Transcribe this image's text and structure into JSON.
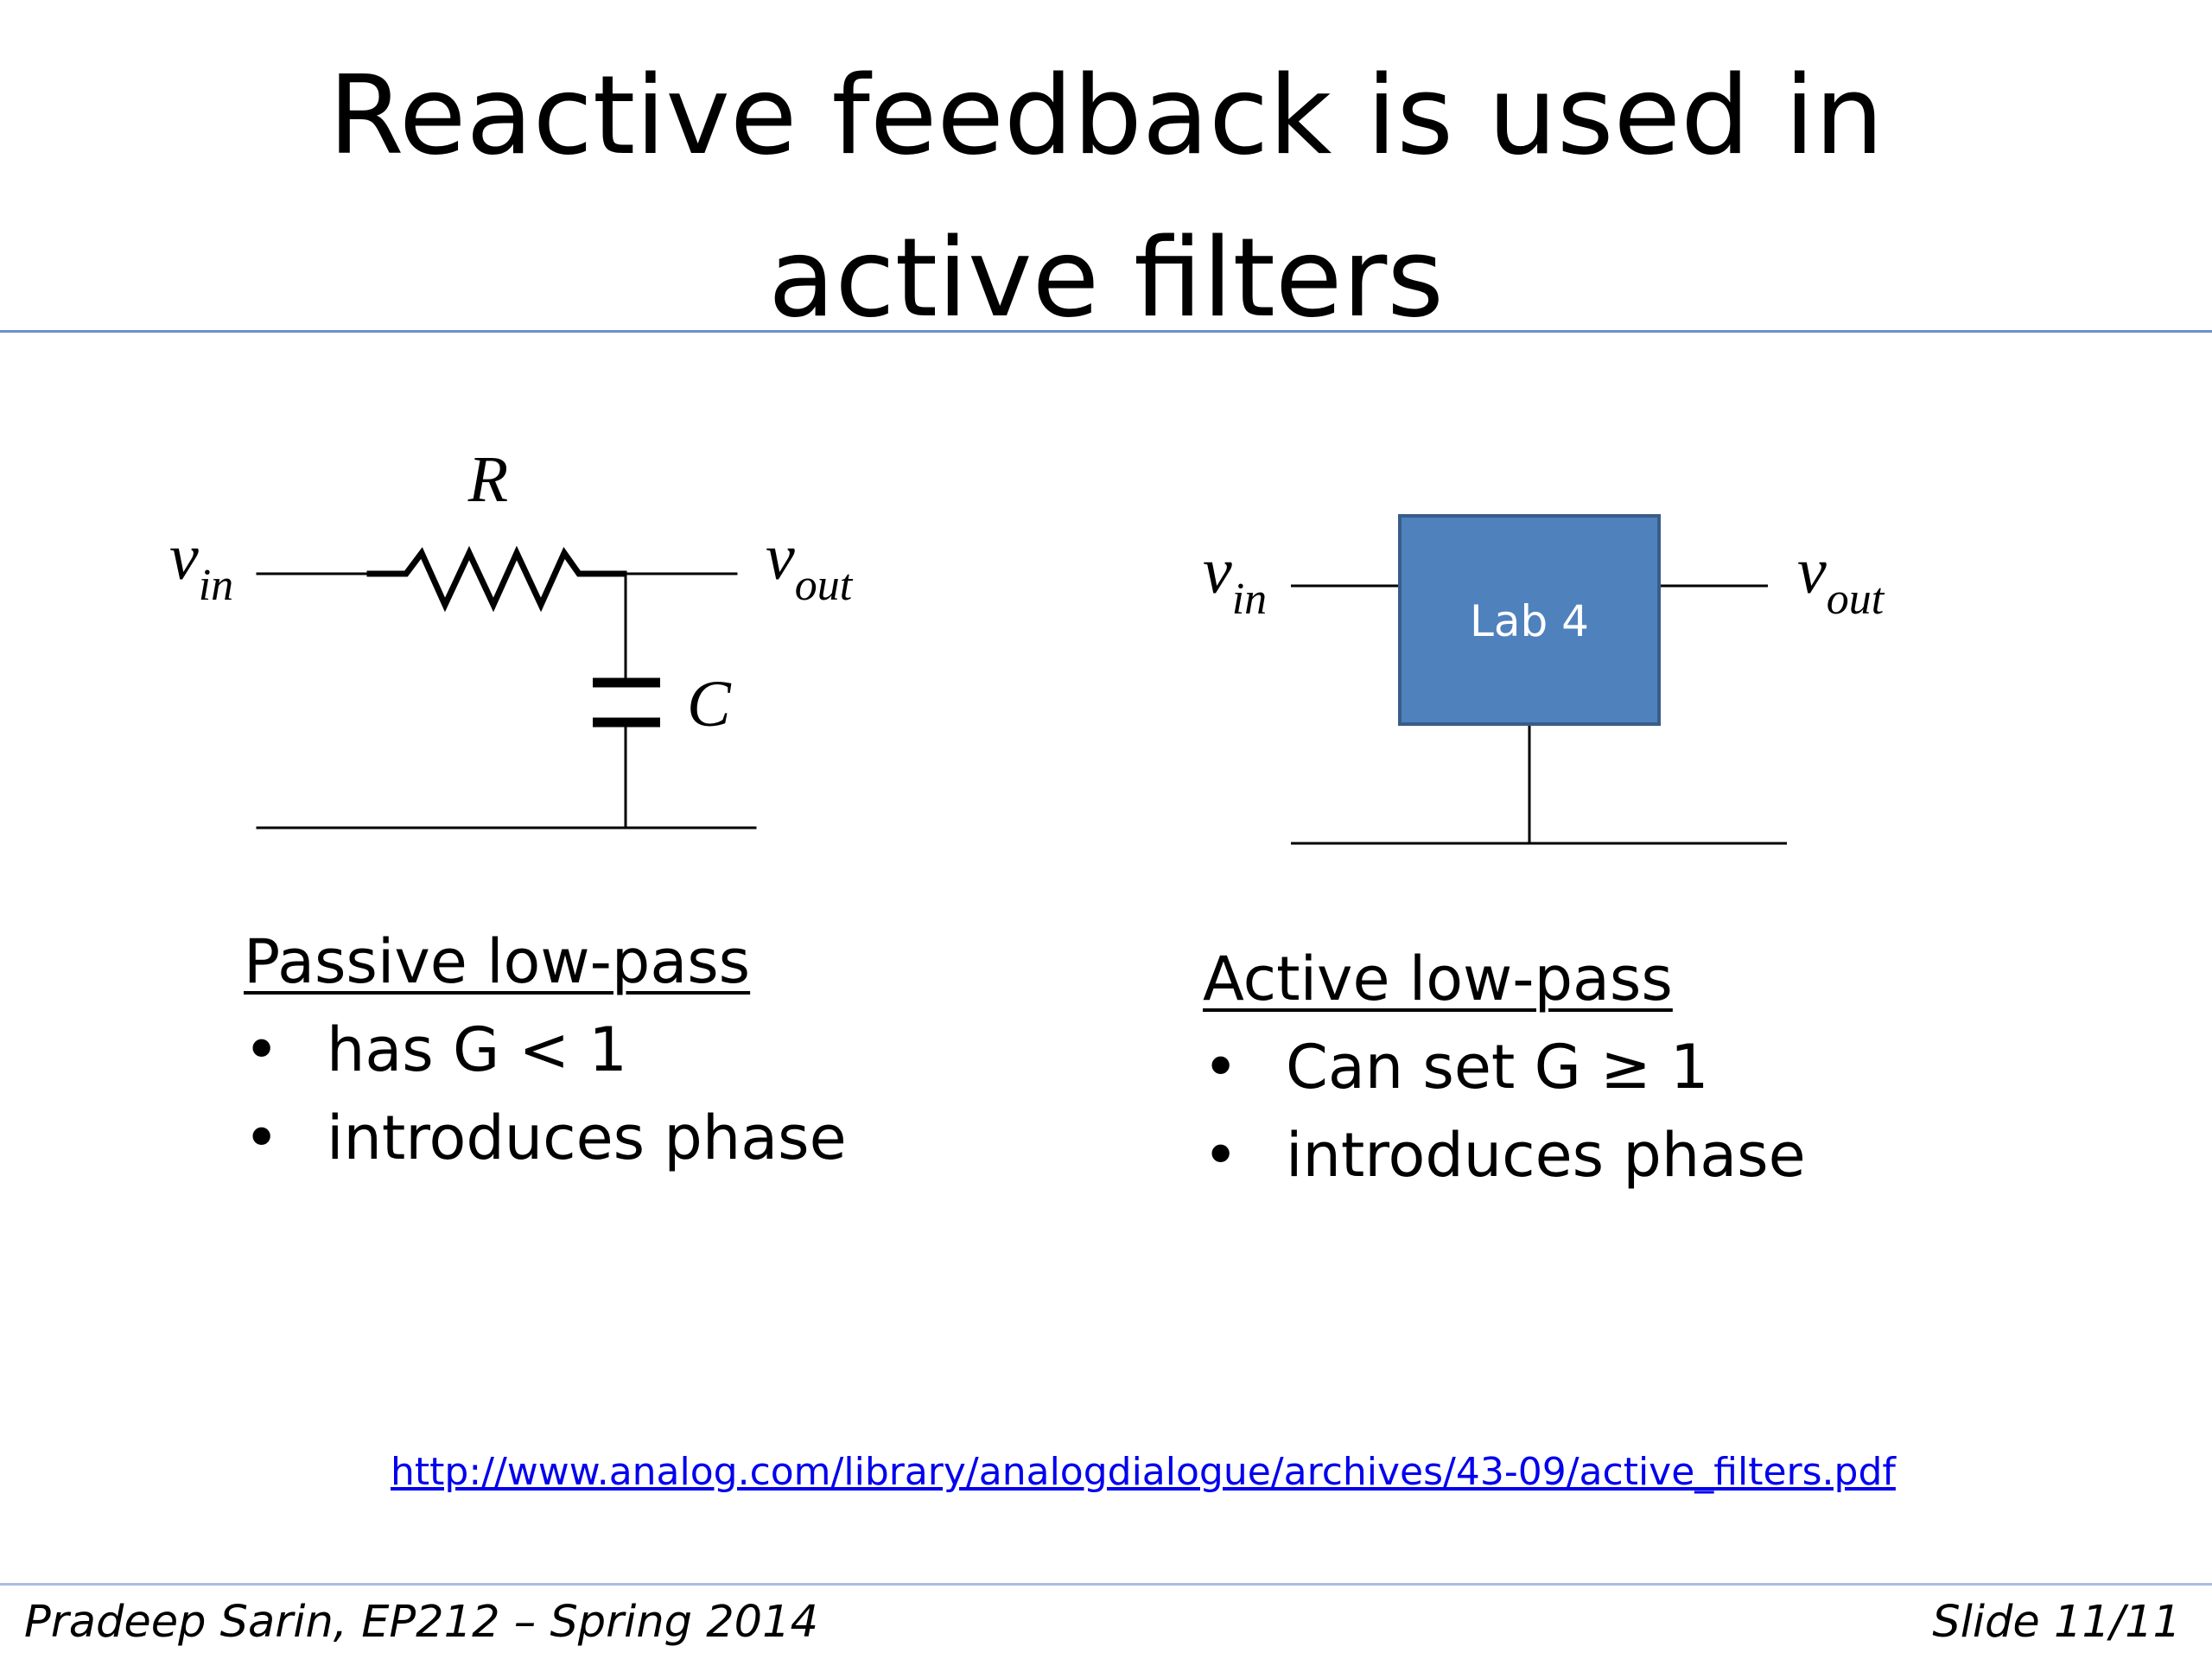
{
  "slide": {
    "title_line1": "Reactive feedback is used in",
    "title_line2": "active filters"
  },
  "passive_circuit": {
    "resistor_label": "R",
    "capacitor_label": "C",
    "input_symbol": "v",
    "input_subscript": "in",
    "output_symbol": "v",
    "output_subscript": "out"
  },
  "active_circuit": {
    "block_label": "Lab 4",
    "block_fill": "#4f81bd",
    "block_stroke": "#385d8a",
    "input_symbol": "v",
    "input_subscript": "in",
    "output_symbol": "v",
    "output_subscript": "out"
  },
  "passive_caption": {
    "heading": "Passive low-pass",
    "bullets": [
      "has G < 1",
      "introduces phase"
    ]
  },
  "active_caption": {
    "heading": "Active low-pass",
    "bullets": [
      "Can set G ≥ 1",
      "introduces phase"
    ]
  },
  "bullet_glyph": "•",
  "reference_url": "http://www.analog.com/library/analogdialogue/archives/43-09/active_filters.pdf",
  "footer": {
    "left": "Pradeep Sarin, EP212 – Spring 2014",
    "right": "Slide 11/11"
  },
  "colors": {
    "rule": "#6d8fd0",
    "link": "#0000ee"
  }
}
